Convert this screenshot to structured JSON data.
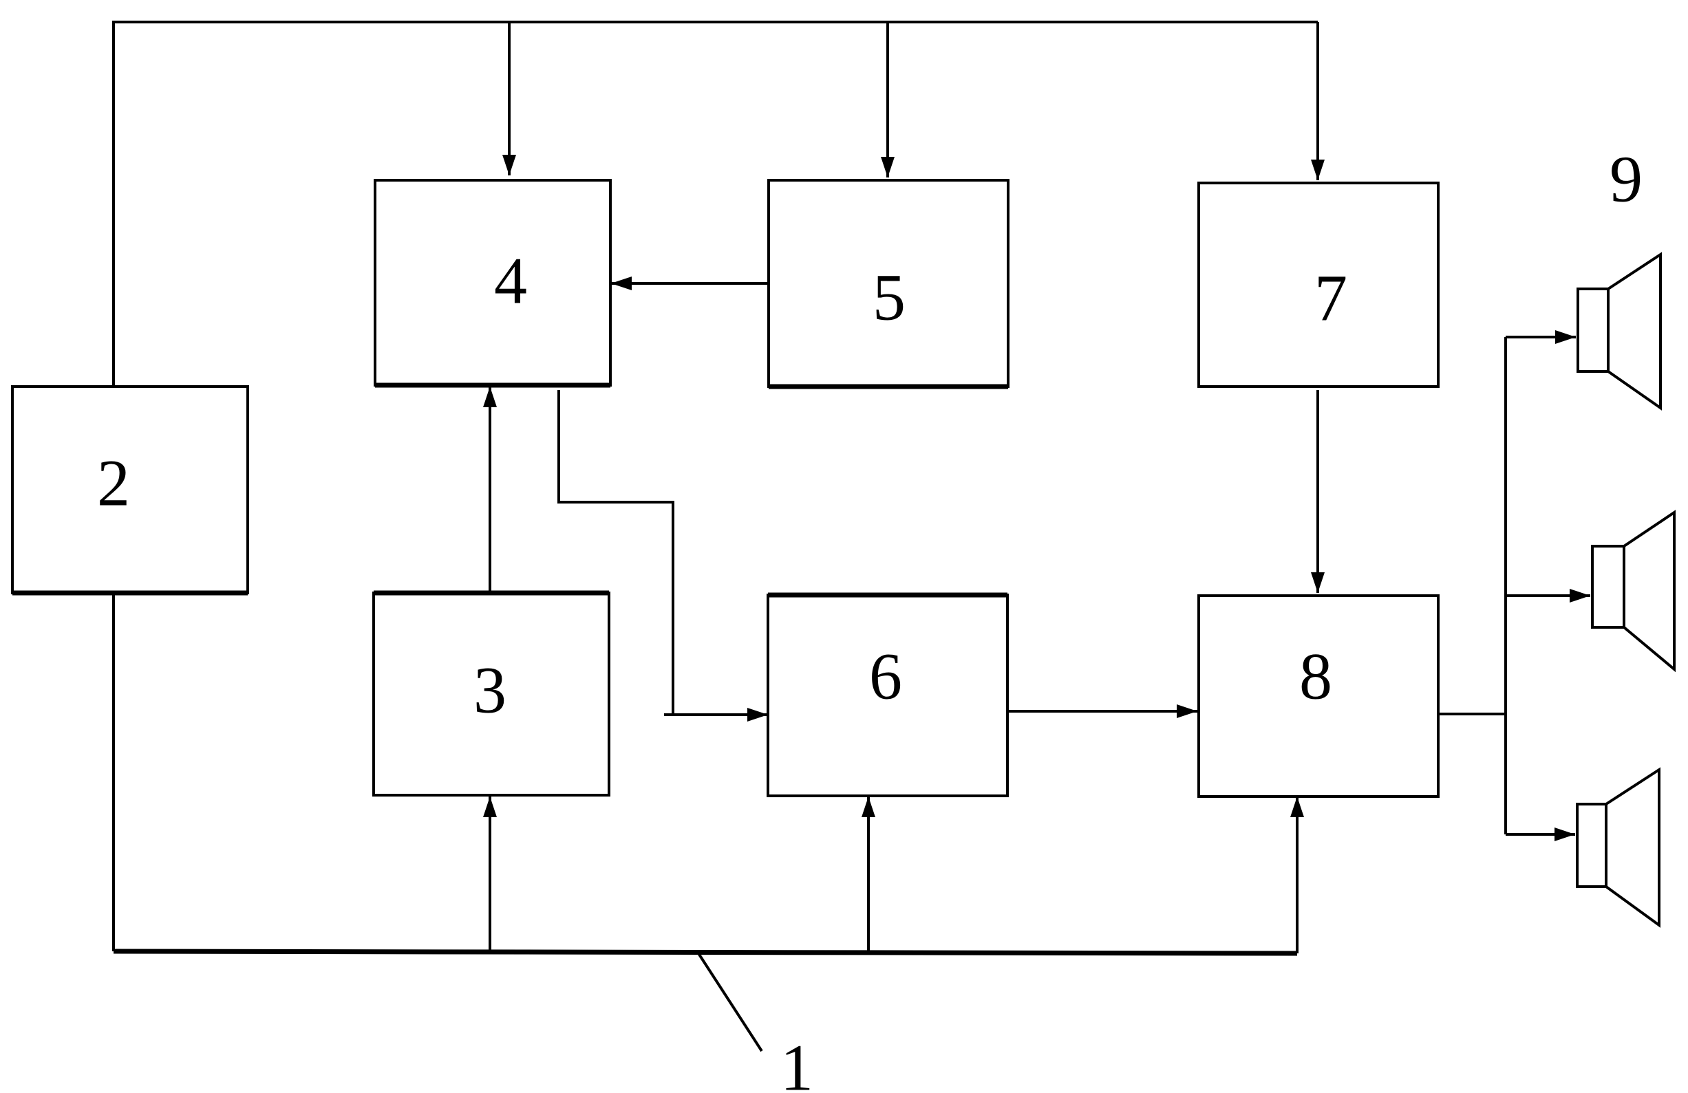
{
  "blocks": {
    "b2": "2",
    "b3": "3",
    "b4": "4",
    "b5": "5",
    "b6": "6",
    "b7": "7",
    "b8": "8"
  },
  "callouts": {
    "bus": "1",
    "speakers": "9"
  }
}
